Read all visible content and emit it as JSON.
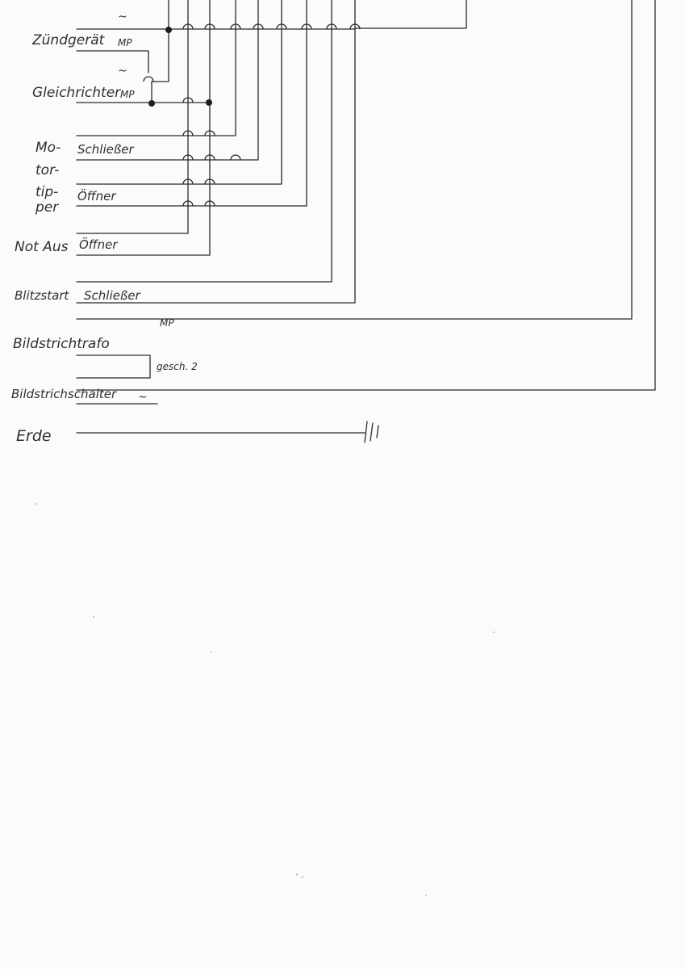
{
  "labels": {
    "zuendgeraet": "Zündgerät",
    "zuendgeraet_mp": "MP",
    "gleichrichter": "Gleichrichter",
    "gleichrichter_mp": "MP",
    "motortipper_1": "Mo-",
    "motortipper_2": "tor-",
    "motortipper_3": "tip-",
    "motortipper_4": "per",
    "schliesser": "Schließer",
    "oeffner": "Öffner",
    "not_aus": "Not Aus",
    "not_aus_oeffner": "Öffner",
    "blitzstart": "Blitzstart",
    "blitzstart_schliesser": "Schließer",
    "mp_top": "MP",
    "bildstrichtrafo": "Bildstrichtrafo",
    "gesch": "gesch. 2",
    "bildstrichschalter": "Bildstrichschalter",
    "erde": "Erde"
  },
  "symbols": {
    "tilde": "~"
  }
}
